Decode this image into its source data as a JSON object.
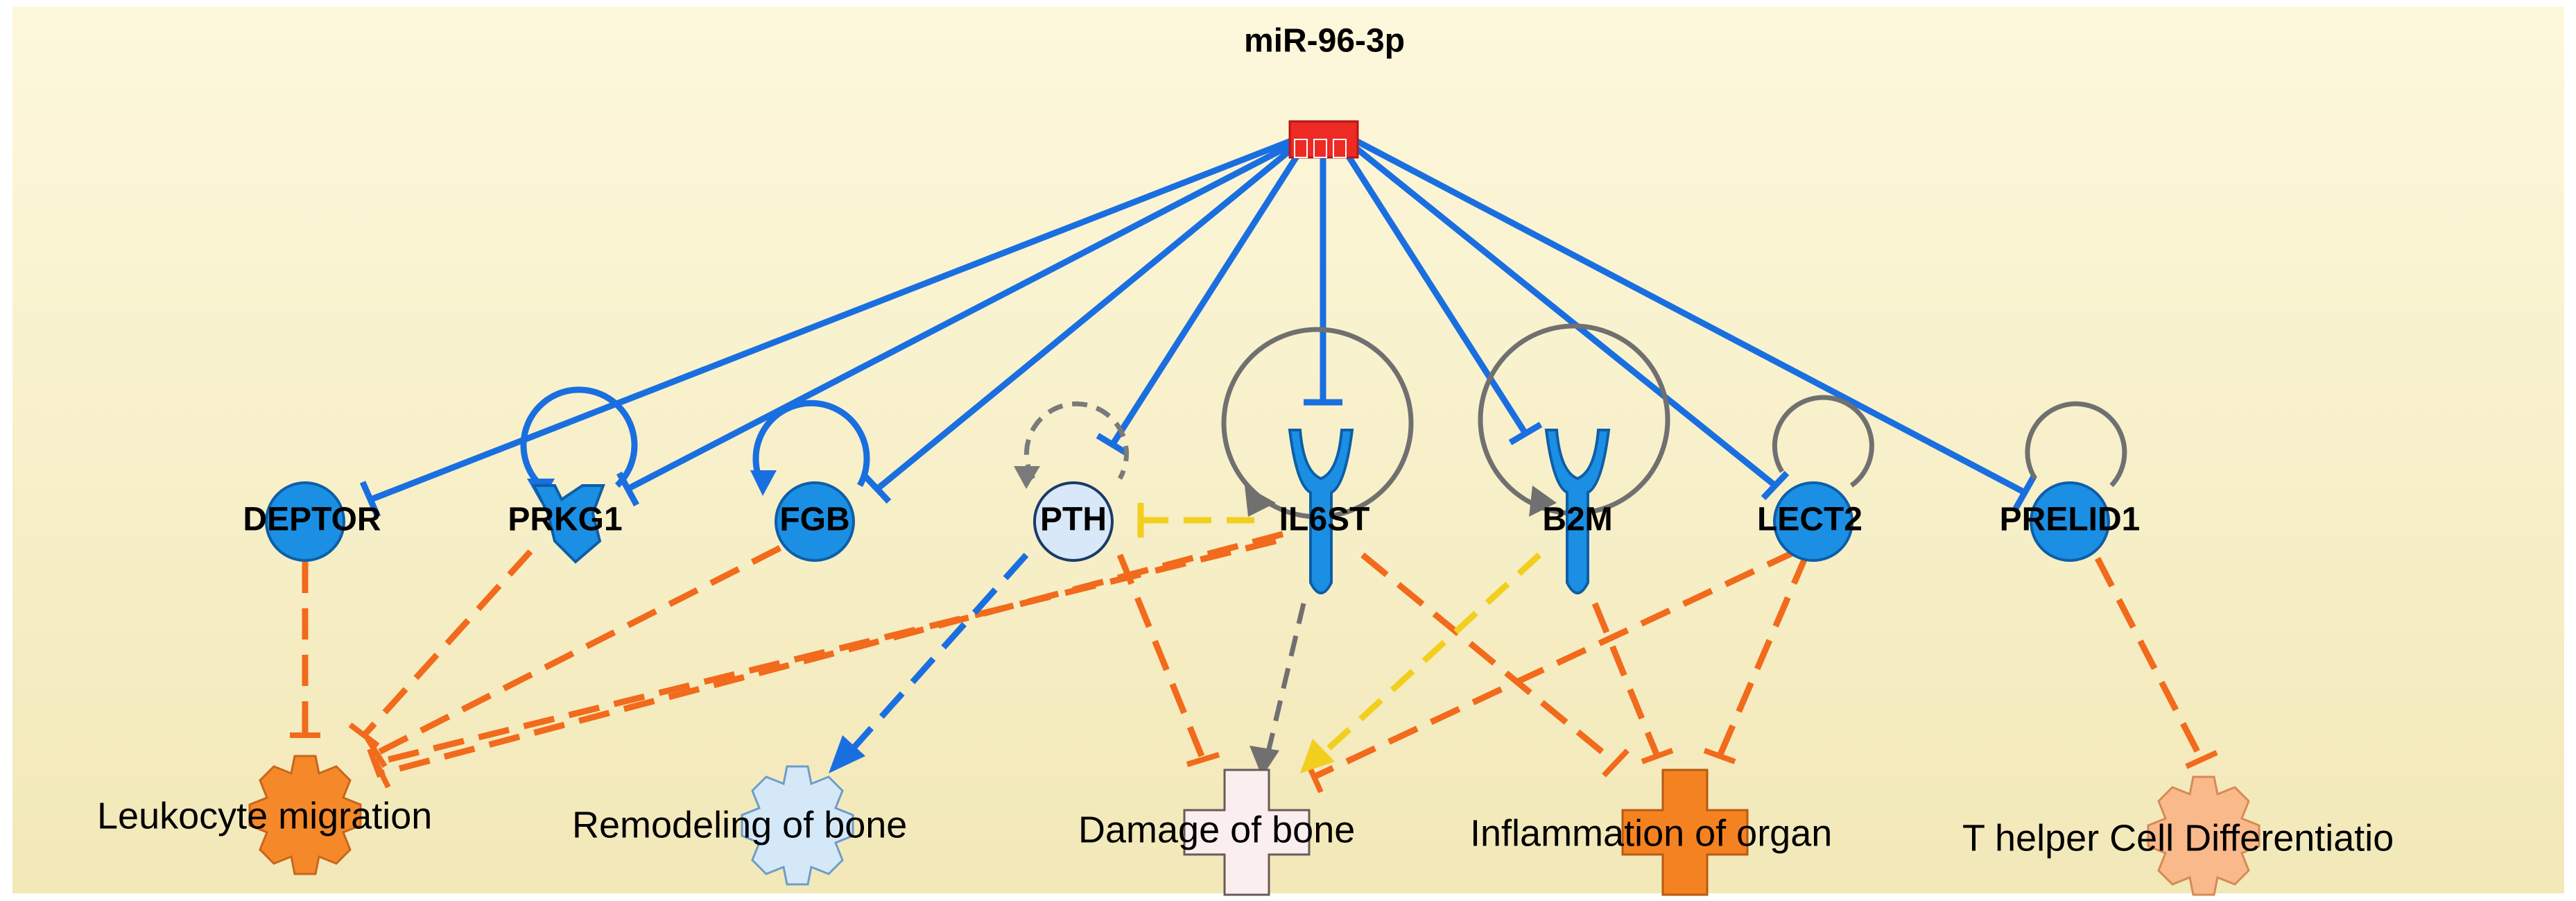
{
  "regulator": {
    "label": "miR-96-3p",
    "color": "#ee2a24"
  },
  "genes": [
    {
      "id": "deptor",
      "label": "DEPTOR",
      "shape": "circle"
    },
    {
      "id": "prkg1",
      "label": "PRKG1",
      "shape": "kinase"
    },
    {
      "id": "fgb",
      "label": "FGB",
      "shape": "circle"
    },
    {
      "id": "pth",
      "label": "PTH",
      "shape": "circle-light"
    },
    {
      "id": "il6st",
      "label": "IL6ST",
      "shape": "receptor"
    },
    {
      "id": "b2m",
      "label": "B2M",
      "shape": "receptor"
    },
    {
      "id": "lect2",
      "label": "LECT2",
      "shape": "circle"
    },
    {
      "id": "prelid1",
      "label": "PRELID1",
      "shape": "circle"
    }
  ],
  "functions": [
    {
      "id": "leukocyte",
      "label": "Leukocyte migration",
      "shape": "gear",
      "color": "#f5892a"
    },
    {
      "id": "remodeling",
      "label": "Remodeling of bone",
      "shape": "gear",
      "color": "#d4e8f8"
    },
    {
      "id": "damage",
      "label": "Damage of bone",
      "shape": "cross",
      "color": "#fbeeee"
    },
    {
      "id": "inflammation",
      "label": "Inflammation of organ",
      "shape": "cross",
      "color": "#f58220"
    },
    {
      "id": "thelper",
      "label": "T helper Cell Differentiatio",
      "shape": "gear",
      "color": "#f9b98a"
    }
  ],
  "legend_colors": {
    "inhibition": "#1a6fe0",
    "predicted_inhibition": "#f26a1b",
    "predicted_activation": "#1a6fe0",
    "inconsistent": "#f2cf1e",
    "unpredicted": "#7a7a7a",
    "gene_fill": "#1b8fe3",
    "background_top": "#fbf5d6",
    "background_bottom": "#f2e7b6"
  }
}
